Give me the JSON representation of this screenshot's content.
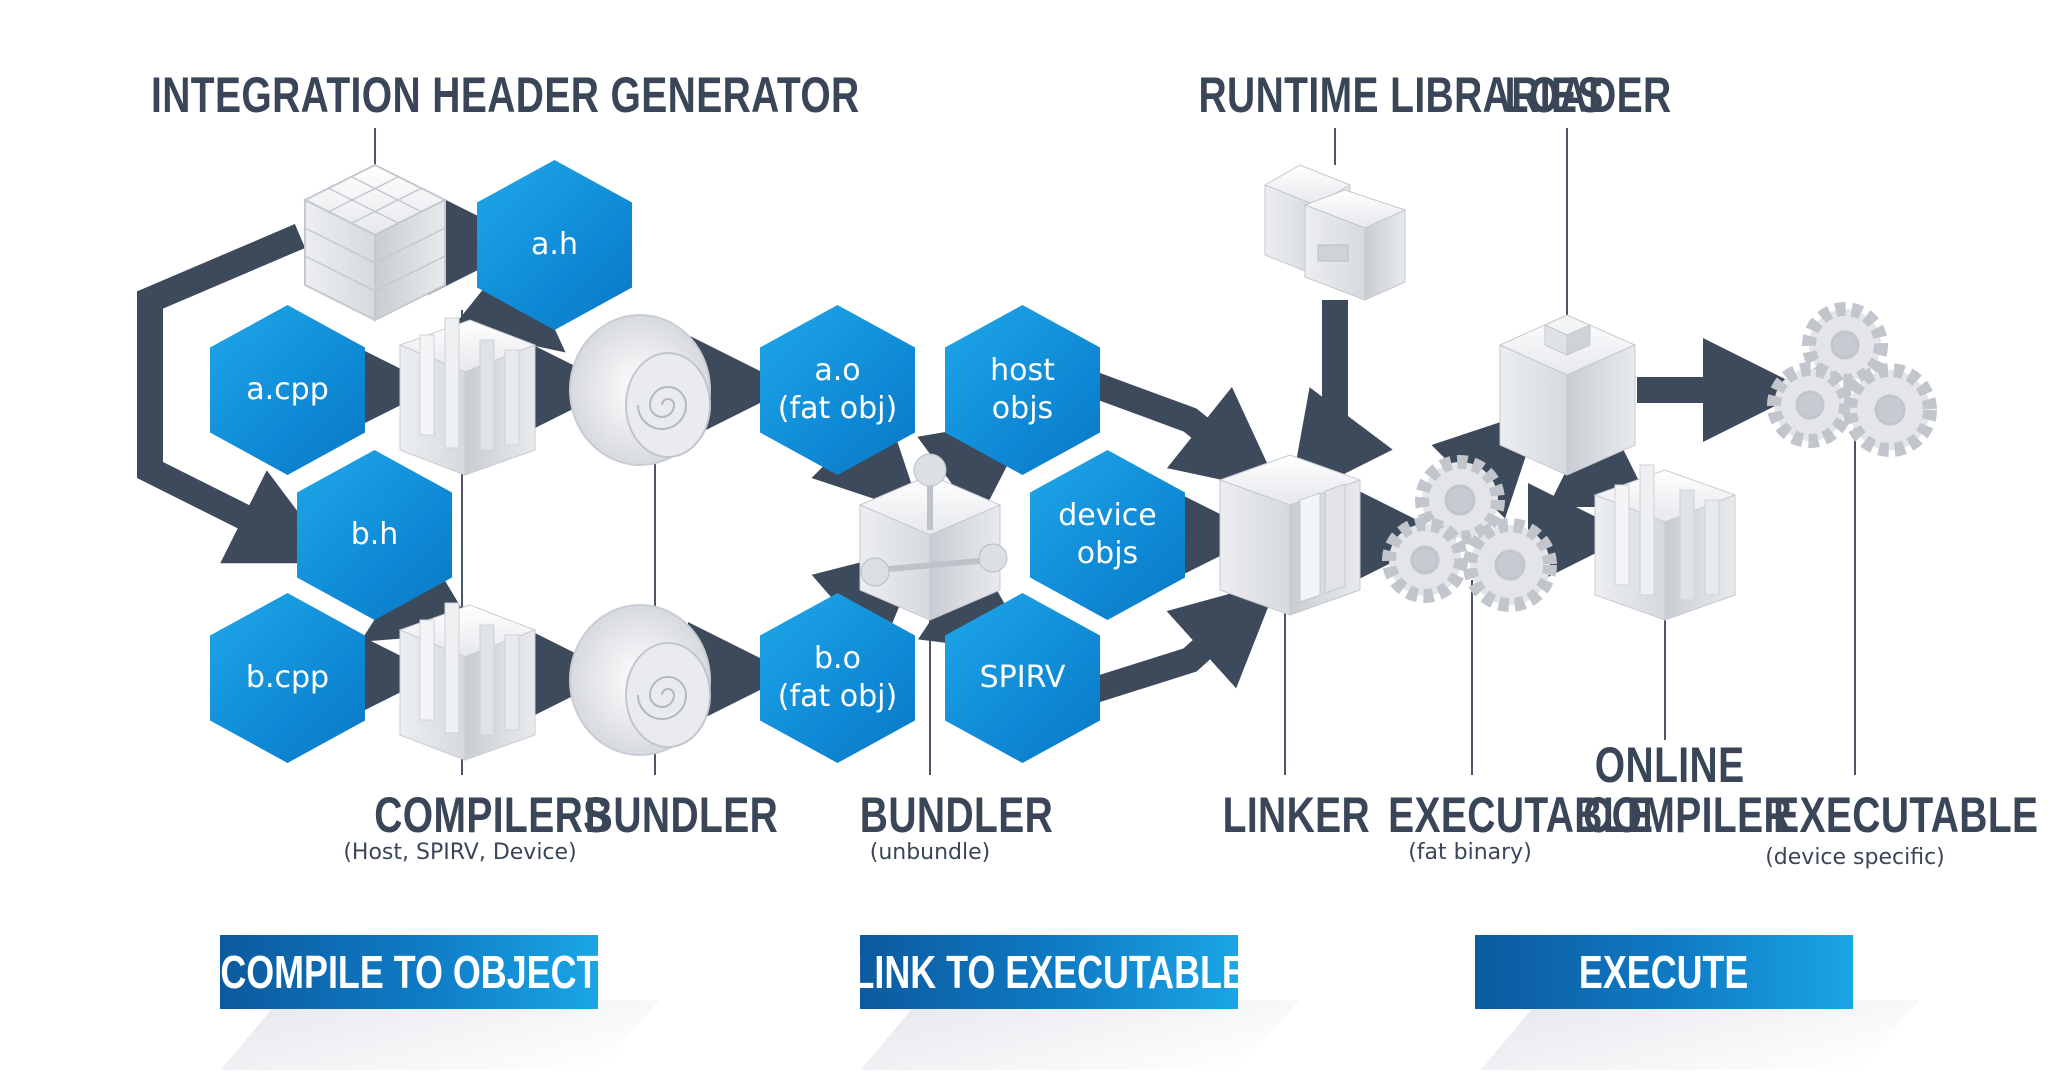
{
  "titles": {
    "integration_header_generator": "INTEGRATION HEADER GENERATOR",
    "runtime_libraries": "RUNTIME LIBRARIES",
    "loader": "LOADER",
    "compilers": "COMPILERS",
    "compilers_sub": "(Host, SPIRV, Device)",
    "bundler": "BUNDLER",
    "bundler_unbundle": "BUNDLER",
    "bundler_unbundle_sub": "(unbundle)",
    "linker": "LINKER",
    "executable_fat": "EXECUTABLE",
    "executable_fat_sub": "(fat binary)",
    "online_compiler_line1": "ONLINE",
    "online_compiler_line2": "COMPILER",
    "executable_device": "EXECUTABLE",
    "executable_device_sub": "(device specific)"
  },
  "nodes": {
    "a_h": "a.h",
    "a_cpp": "a.cpp",
    "b_h": "b.h",
    "b_cpp": "b.cpp",
    "a_o": "a.o\n(fat obj)",
    "b_o": "b.o\n(fat obj)",
    "host_objs": "host\nobjs",
    "device_objs": "device\nobjs",
    "spirv": "SPIRV"
  },
  "banners": {
    "compile": "COMPILE TO OBJECT",
    "link": "LINK TO EXECUTABLE",
    "execute": "EXECUTE"
  },
  "colors": {
    "hex_blue": "#0f8ad6",
    "arrow": "#3d4a5c",
    "label": "#3a4658",
    "banner_dark": "#0c5a9e",
    "banner_light": "#1aa6e6"
  }
}
